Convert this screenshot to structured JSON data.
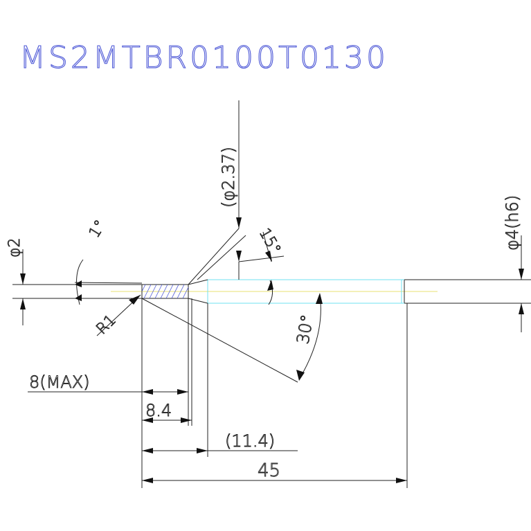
{
  "title": "MS2MTBR0100T0130",
  "dimensions": {
    "d2": "φ2",
    "angle_1": "1°",
    "radius": "R1",
    "d237": "(φ2.37)",
    "angle_15": "15°",
    "angle_30": "30°",
    "d4h6": "φ4(h6)",
    "max8": "8(MAX)",
    "len84": "8.4",
    "len114": "(11.4)",
    "len45": "45"
  },
  "colors": {
    "title": "#4a55d6",
    "lines": "#222222",
    "hidden_cyan": "#6fe0f0",
    "centerline_yellow": "#e8e070",
    "hatch": "#4a55d6"
  }
}
